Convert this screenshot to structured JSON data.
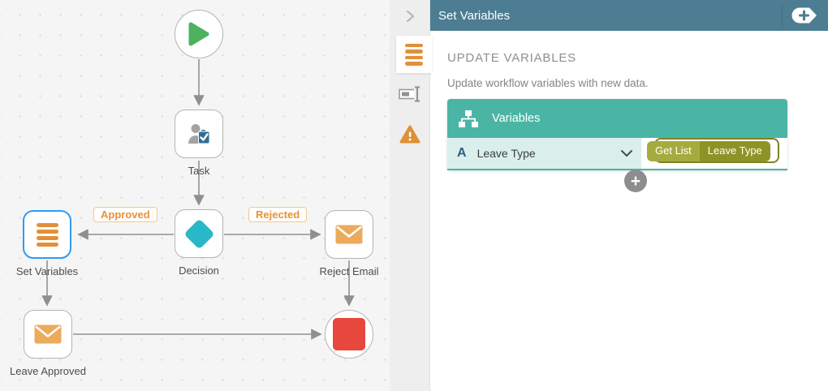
{
  "workflow": {
    "nodes": {
      "task": {
        "label": "Task"
      },
      "decision": {
        "label": "Decision"
      },
      "set_variables": {
        "label": "Set Variables"
      },
      "reject_email": {
        "label": "Reject Email"
      },
      "leave_approved": {
        "label": "Leave Approved"
      }
    },
    "edge_labels": {
      "approved": "Approved",
      "rejected": "Rejected"
    }
  },
  "panel": {
    "title": "Set Variables",
    "section_title": "UPDATE VARIABLES",
    "section_description": "Update workflow variables with new data.",
    "variables_card": {
      "header": "Variables",
      "row": {
        "type_letter": "A",
        "name": "Leave Type",
        "tags": [
          {
            "label": "Get List"
          },
          {
            "label": "Leave Type"
          }
        ]
      }
    },
    "add_row_glyph": "+"
  },
  "colors": {
    "panel_header": "#4c7d92",
    "card_teal": "#4bb5a5",
    "row_teal_tint": "#daefeb",
    "accent_orange": "#e0903a",
    "edge_label_orange": "#e8913a",
    "selection_blue": "#2f9bf2",
    "start_green": "#4db15e",
    "decision_cyan": "#29b8c8",
    "end_red": "#e8473d",
    "tag_olive_light": "#a6ab40",
    "tag_olive_dark": "#8e9326",
    "canvas_bg": "#f5f5f6"
  }
}
